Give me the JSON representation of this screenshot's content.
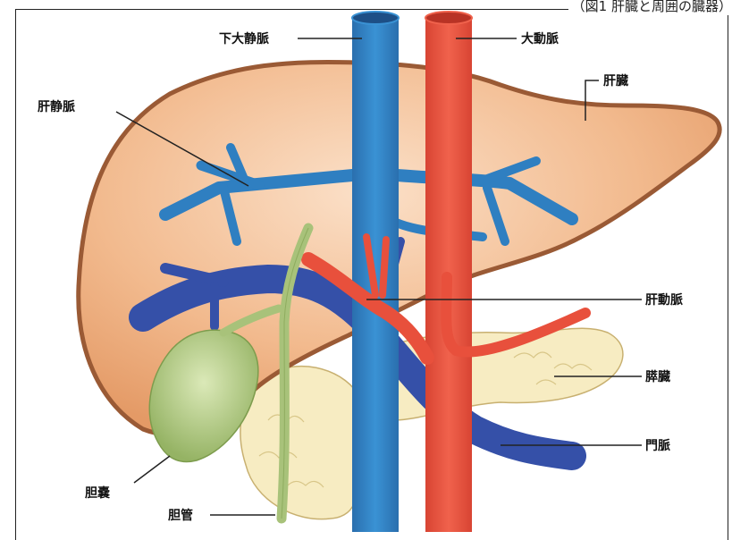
{
  "caption": "（図1 肝臓と周囲の臓器）",
  "labels": {
    "ivc": "下大静脈",
    "aorta": "大動脈",
    "liver": "肝臓",
    "hepatic_vein": "肝静脈",
    "hepatic_artery": "肝動脈",
    "pancreas": "膵臓",
    "portal_vein": "門脈",
    "gallbladder": "胆嚢",
    "bile_duct": "胆管"
  },
  "colors": {
    "liver": "#f0b486",
    "liver_outline": "#9a5a35",
    "vein_blue": "#2f7fc1",
    "portal_blue": "#3550a8",
    "artery_red": "#e8503c",
    "gallbladder": "#a8c27a",
    "pancreas": "#f7ecc2"
  }
}
